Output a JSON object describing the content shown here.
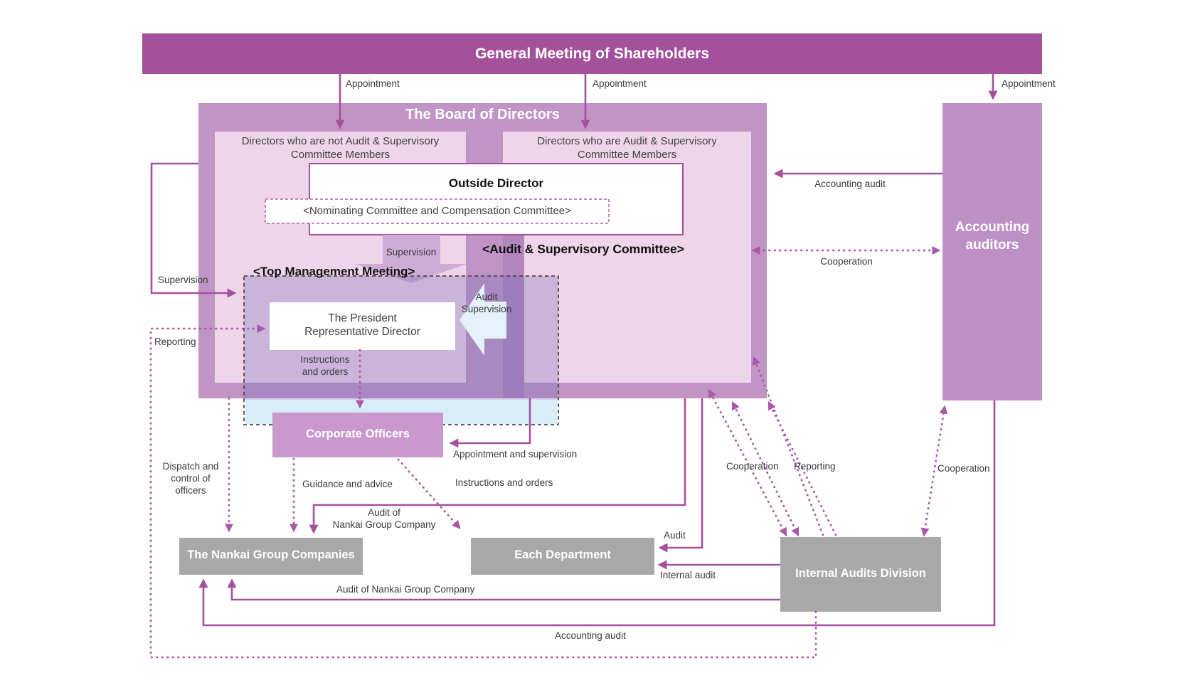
{
  "banner": {
    "title": "General Meeting of Shareholders"
  },
  "board": {
    "title": "The Board of Directors",
    "group_left": "Directors who are not Audit & Supervisory\nCommittee Members",
    "group_right": "Directors who are Audit & Supervisory\nCommittee Members",
    "outside_director": "Outside Director",
    "nominating_committee": "<Nominating Committee and Compensation Committee>",
    "audit_supervisory_committee": "<Audit & Supervisory Committee>"
  },
  "top_management": {
    "title": "<Top Management Meeting>",
    "president": "The President\nRepresentative Director"
  },
  "boxes": {
    "corporate_officers": "Corporate Officers",
    "accounting_auditors": "Accounting\nauditors",
    "nankai_group": "The Nankai Group Companies",
    "each_department": "Each Department",
    "internal_audits": "Internal Audits Division"
  },
  "edge_labels": {
    "appointment_left": "Appointment",
    "appointment_mid": "Appointment",
    "appointment_right": "Appointment",
    "accounting_audit_top": "Accounting audit",
    "cooperation_top": "Cooperation",
    "supervision_outer": "Supervision",
    "supervision_arrow": "Supervision",
    "audit_supervision": "Audit\nSupervision",
    "reporting_left": "Reporting",
    "instructions_orders_1": "Instructions\nand orders",
    "dispatch": "Dispatch and\ncontrol of\nofficers",
    "guidance": "Guidance and advice",
    "appointment_supervision": "Appointment and supervision",
    "instructions_orders_2": "Instructions and orders",
    "audit_ngc_top": "Audit of\nNankai Group Company",
    "audit": "Audit",
    "cooperation_mid": "Cooperation",
    "reporting_mid": "Reporting",
    "cooperation_right": "Cooperation",
    "internal_audit": "Internal audit",
    "audit_ngc_bottom": "Audit of Nankai Group Company",
    "accounting_audit_bottom": "Accounting audit"
  },
  "colors": {
    "accent_solid": "#a4509e",
    "accent_dotted": "#aa57a6",
    "banner_bg": "#a4519c",
    "board_bg": "#c095c6",
    "inner_pink": "#eed5e9",
    "column_purple": "#b186bd",
    "officer_purple": "#c998cc",
    "auditor_purple": "#bc90c5",
    "light_blue": "#d9edf9",
    "gray_box": "#a8a8a8"
  }
}
